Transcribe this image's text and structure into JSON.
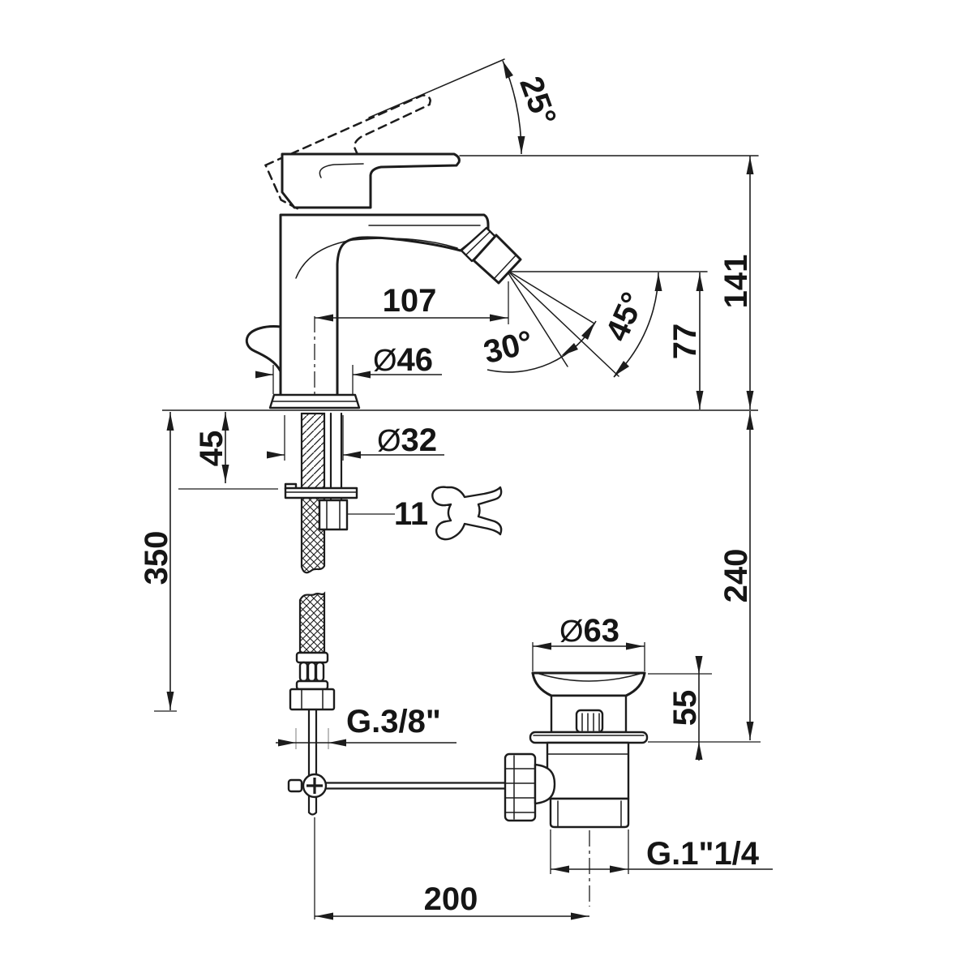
{
  "drawing": {
    "type": "technical-dimension-drawing",
    "subject": "single-lever bidet mixer with pop-up waste, side elevation",
    "ink_color": "#1c1c1c",
    "background": "#ffffff",
    "dims": {
      "handle_angle": "25°",
      "spout_reach": "107",
      "base_diameter_sym": "Ø",
      "base_diameter_num": "46",
      "spray_angle_inner": "30°",
      "spray_angle_outer": "45°",
      "spout_height": "77",
      "total_height": "141",
      "hole_diameter_sym": "Ø",
      "hole_diameter_num": "32",
      "deck_thickness": "45",
      "hose_drop": "350",
      "wrench_size": "11",
      "inlet_thread": "G.3/8\"",
      "drain_diameter_sym": "Ø",
      "drain_diameter_num": "63",
      "drain_height": "55",
      "deck_to_waste": "240",
      "waste_thread": "G.1\"1/4",
      "rod_to_waste_distance": "200"
    },
    "icons": {
      "wrench": "open-end-wrench"
    }
  }
}
